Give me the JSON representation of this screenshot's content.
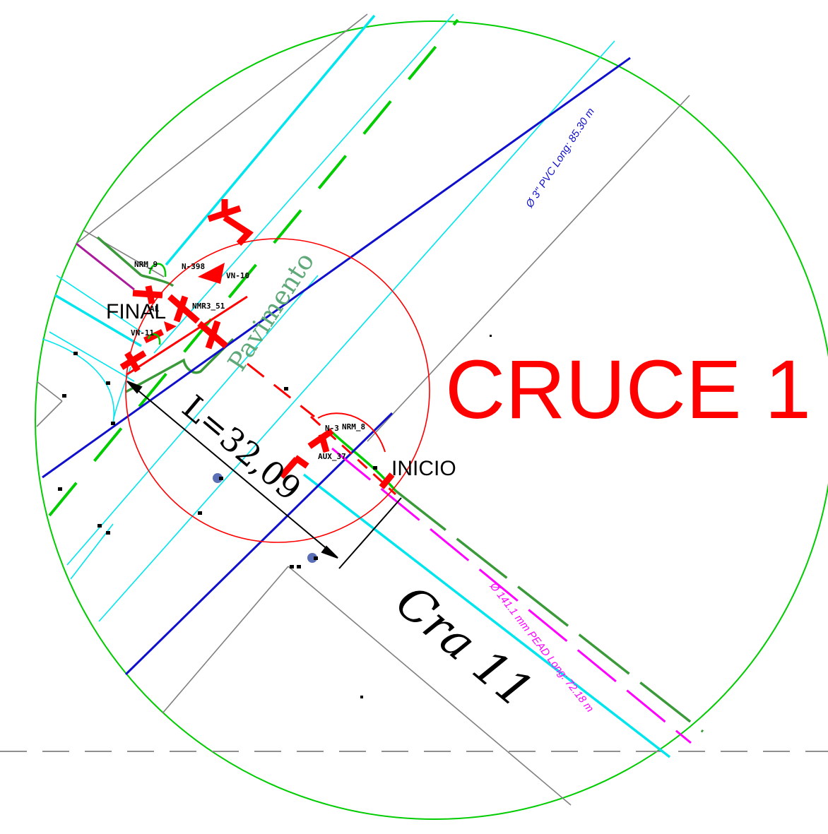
{
  "drawing": {
    "title": "CRUCE 1",
    "start_label": "INICIO",
    "end_label": "FINAL",
    "length_label": "L=32,09",
    "pavement_label": "Pavimento",
    "street_label": "Cra 11",
    "pvc_pipe_label": "Ø 3\" PVC Long: 85.30 m",
    "pead_pipe_label": "Ø 141.1 mm PEAD Long: 72.18 m",
    "node_labels": {
      "nrm_9": "NRM_9",
      "n_398": "N-398",
      "vn_10": "VN-10",
      "nmr3_51": "NMR3_51",
      "vn_11": "VN-11",
      "n_3xx": "N-3",
      "nrm_8": "NRM_8",
      "aux_37": "AUX_37",
      "final_tag": "AL"
    },
    "colors": {
      "title_red": "#ff0000",
      "green": "#00cc00",
      "cyan": "#00e5ee",
      "blue": "#1010cc",
      "magenta": "#ff00ff",
      "grey": "#808080",
      "pavement_text": "#5fa878"
    }
  }
}
